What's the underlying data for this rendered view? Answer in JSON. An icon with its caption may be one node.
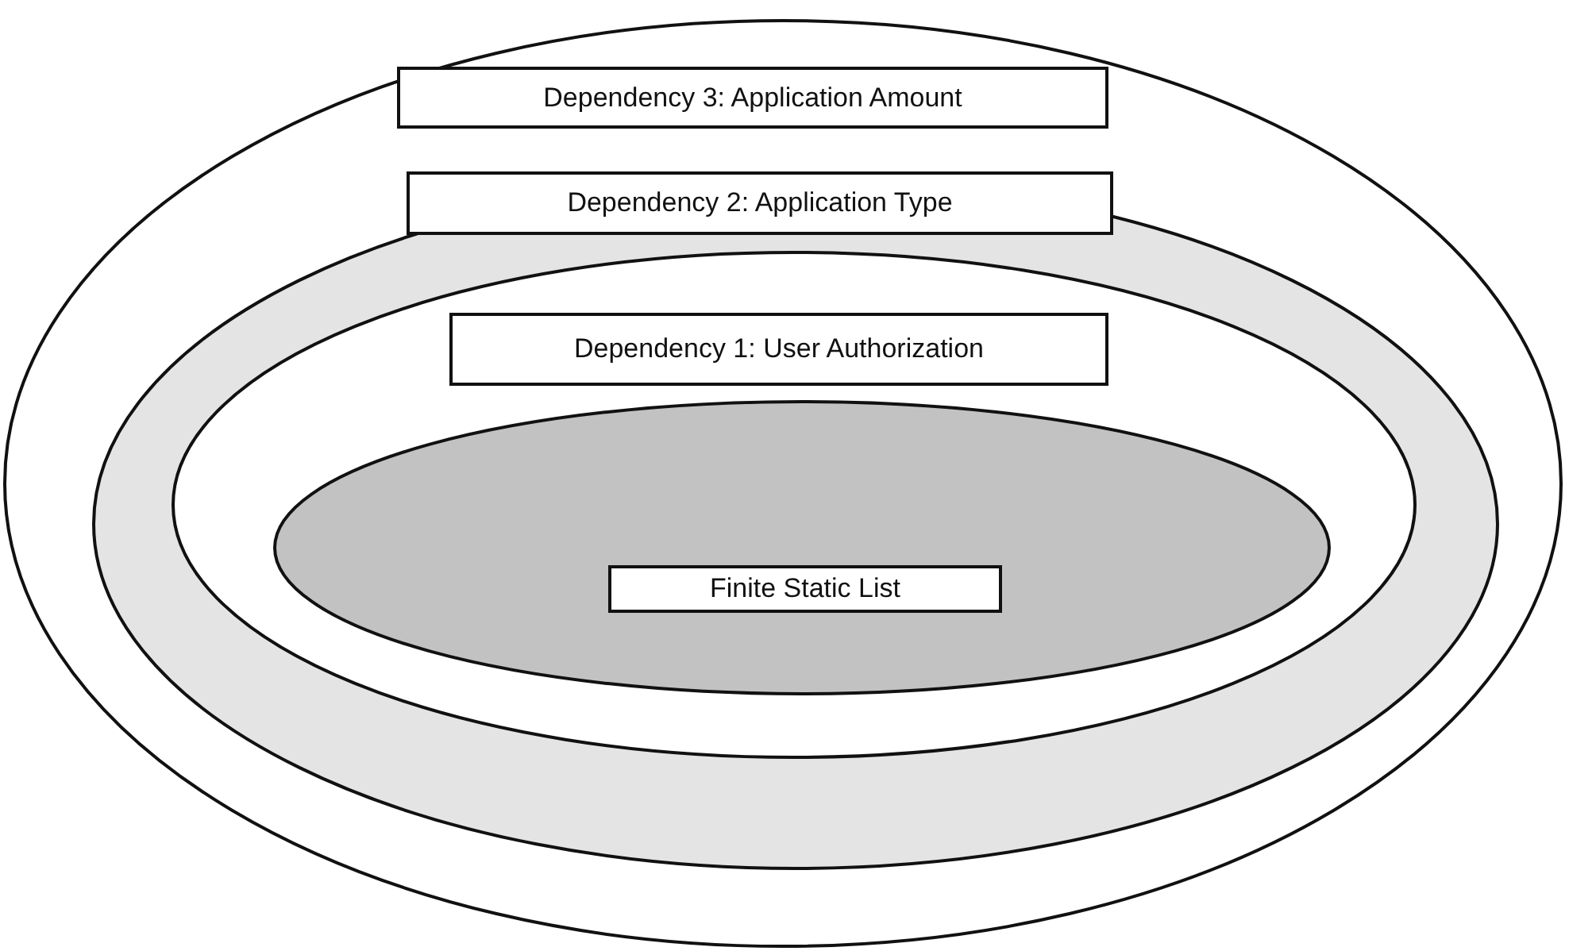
{
  "diagram": {
    "nodes": [
      {
        "text": [
          "Dependency 3: Application Amount"
        ]
      },
      {
        "text": [
          "Dependency 2: Application Type"
        ],
        "in": 0
      },
      {
        "text": [
          "Dependency 1: User Authorization"
        ],
        "in": 1
      },
      {
        "text": [
          "Finite Static List"
        ],
        "in": 2
      }
    ]
  }
}
